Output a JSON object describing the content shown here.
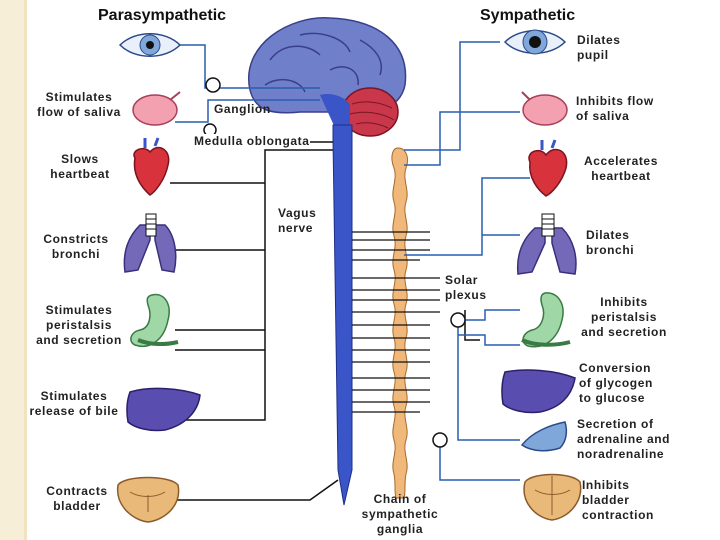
{
  "titles": {
    "left": "Parasympathetic",
    "right": "Sympathetic"
  },
  "center": {
    "ganglion": "Ganglion",
    "medulla": "Medulla oblongata",
    "vagus": [
      "Vagus",
      "nerve"
    ],
    "solar": [
      "Solar",
      "plexus"
    ],
    "chain": [
      "Chain of",
      "sympathetic",
      "ganglia"
    ]
  },
  "left": [
    {
      "lines": [
        "Stimulates",
        "flow of saliva"
      ]
    },
    {
      "lines": [
        "Slows",
        "heartbeat"
      ]
    },
    {
      "lines": [
        "Constricts",
        "bronchi"
      ]
    },
    {
      "lines": [
        "Stimulates",
        "peristalsis",
        "and secretion"
      ]
    },
    {
      "lines": [
        "Stimulates",
        "release of bile"
      ]
    },
    {
      "lines": [
        "Contracts",
        "bladder"
      ]
    }
  ],
  "right": [
    {
      "lines": [
        "Dilates",
        "pupil"
      ]
    },
    {
      "lines": [
        "Inhibits flow",
        "of saliva"
      ]
    },
    {
      "lines": [
        "Accelerates",
        "heartbeat"
      ]
    },
    {
      "lines": [
        "Dilates",
        "bronchi"
      ]
    },
    {
      "lines": [
        "Inhibits",
        "peristalsis",
        "and secretion"
      ]
    },
    {
      "lines": [
        "Conversion",
        "of glycogen",
        "to glucose"
      ]
    },
    {
      "lines": [
        "Secretion of",
        "adrenaline and",
        "noradrenaline"
      ]
    },
    {
      "lines": [
        "Inhibits",
        "bladder",
        "contraction"
      ]
    }
  ],
  "colors": {
    "cord": "#3a55c8",
    "chain": "#f0b87a",
    "nerve": "#2a5fb0",
    "brain": "#6f7fc9",
    "cerebellum": "#c8374a",
    "organ_red": "#d8323c",
    "lung": "#7469b8",
    "stomach": "#9fd8a6",
    "liver": "#5a4db0",
    "bladder": "#e9b97a",
    "eye": "#7fa7d9",
    "saliva": "#f3a0b0"
  },
  "icons": [
    "eye-icon",
    "salivary-gland-icon",
    "heart-icon",
    "lungs-icon",
    "stomach-icon",
    "liver-icon",
    "adrenal-gland-icon",
    "bladder-icon",
    "brain-icon",
    "spinal-cord-icon",
    "sympathetic-chain-icon"
  ]
}
